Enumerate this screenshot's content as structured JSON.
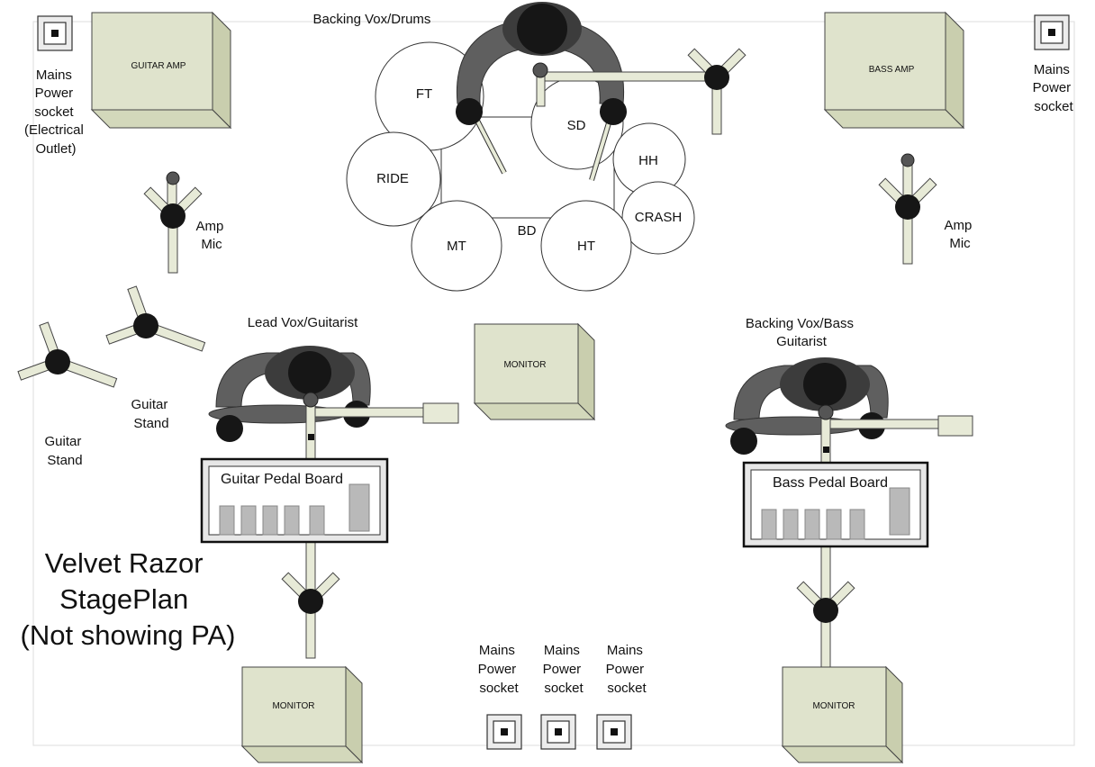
{
  "title": {
    "lines": [
      "Velvet Razor",
      "StagePlan",
      "(Not showing PA)"
    ]
  },
  "labels": {
    "backing_vox_drums": "Backing Vox/Drums",
    "lead_vox": "Lead Vox/Guitarist",
    "backing_bass": [
      "Backing Vox/Bass",
      "Guitarist"
    ],
    "amp_mic": [
      "Amp",
      "Mic"
    ],
    "guitar_stand": [
      "Guitar",
      "Stand"
    ],
    "mains_left": [
      "Mains",
      "Power",
      "socket",
      "(Electrical",
      "Outlet)"
    ],
    "mains_right": [
      "Mains",
      "Power",
      "socket"
    ],
    "mains_bottom": [
      "Mains",
      "Power",
      "socket"
    ]
  },
  "boxes": {
    "guitar_amp": "GUITAR AMP",
    "bass_amp": "BASS AMP",
    "monitor": "MONITOR"
  },
  "pedal_boards": {
    "guitar": "Guitar Pedal Board",
    "bass": "Bass Pedal Board"
  },
  "drums": {
    "ft": "FT",
    "sd": "SD",
    "hh": "HH",
    "ride": "RIDE",
    "crash": "CRASH",
    "mt": "MT",
    "bd": "BD",
    "ht": "HT"
  },
  "colors": {
    "box_fill": "#dfe3cc",
    "box_side": "#cfd4b6",
    "stand_fill": "#e7ead7",
    "person_dark": "#5f5f5f",
    "head": "#161616",
    "pedal": "#b9b9b9"
  }
}
